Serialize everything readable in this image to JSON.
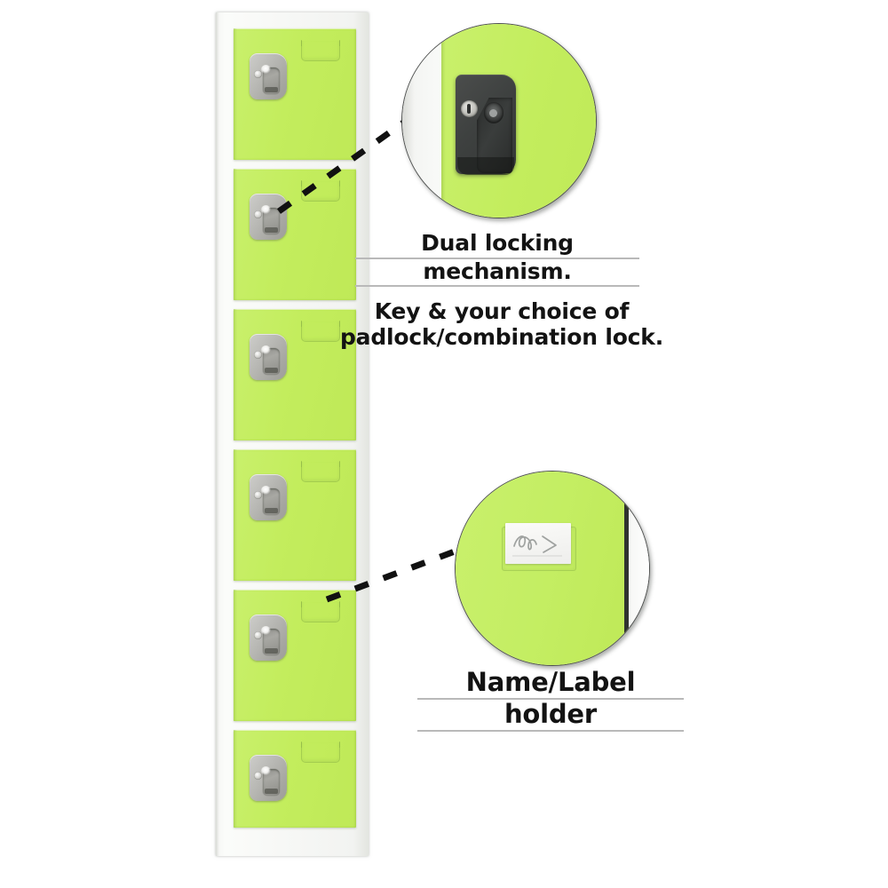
{
  "page": {
    "title": "Steel Locker Product Feature Infographic",
    "background_color": "#ffffff"
  },
  "product": {
    "name": "6-door steel locker",
    "door_color": "#c4ee63",
    "frame_color": "#f2f3f1",
    "lock_color": "#aaaaa5",
    "door_count": 6,
    "doors": [
      {
        "index": 1,
        "lock_label": "lock-handle",
        "label_holder": "name-label-recess"
      },
      {
        "index": 2,
        "lock_label": "lock-handle",
        "label_holder": "name-label-recess"
      },
      {
        "index": 3,
        "lock_label": "lock-handle",
        "label_holder": "name-label-recess"
      },
      {
        "index": 4,
        "lock_label": "lock-handle",
        "label_holder": "name-label-recess"
      },
      {
        "index": 5,
        "lock_label": "lock-handle",
        "label_holder": "name-label-recess"
      },
      {
        "index": 6,
        "lock_label": "lock-handle",
        "label_holder": "name-label-recess"
      }
    ]
  },
  "callouts": [
    {
      "id": "lock",
      "icon": "magnifier-circle-icon",
      "detail_of": "door-2-lock-handle",
      "caption_lines": [
        "Dual locking",
        "mechanism."
      ],
      "underlined": true
    },
    {
      "id": "label",
      "icon": "magnifier-circle-icon",
      "detail_of": "door-5-label-holder",
      "caption_lines": [
        "Name/Label",
        "holder"
      ],
      "underlined": true
    }
  ],
  "captions": {
    "dual_locking_line1": "Dual locking",
    "dual_locking_line2": "mechanism.",
    "key_choice_line1": "Key & your choice of",
    "key_choice_line2": "padlock/combination lock.",
    "name_label_line1": "Name/Label",
    "name_label_line2": "holder"
  },
  "colors": {
    "door_green": "#c4ee63",
    "frame_white": "#f2f3f1",
    "text_black": "#131313",
    "underline_grey": "#b9b9b9",
    "callout_border": "#4f5150",
    "lock_dark": "#3a3d3c"
  }
}
